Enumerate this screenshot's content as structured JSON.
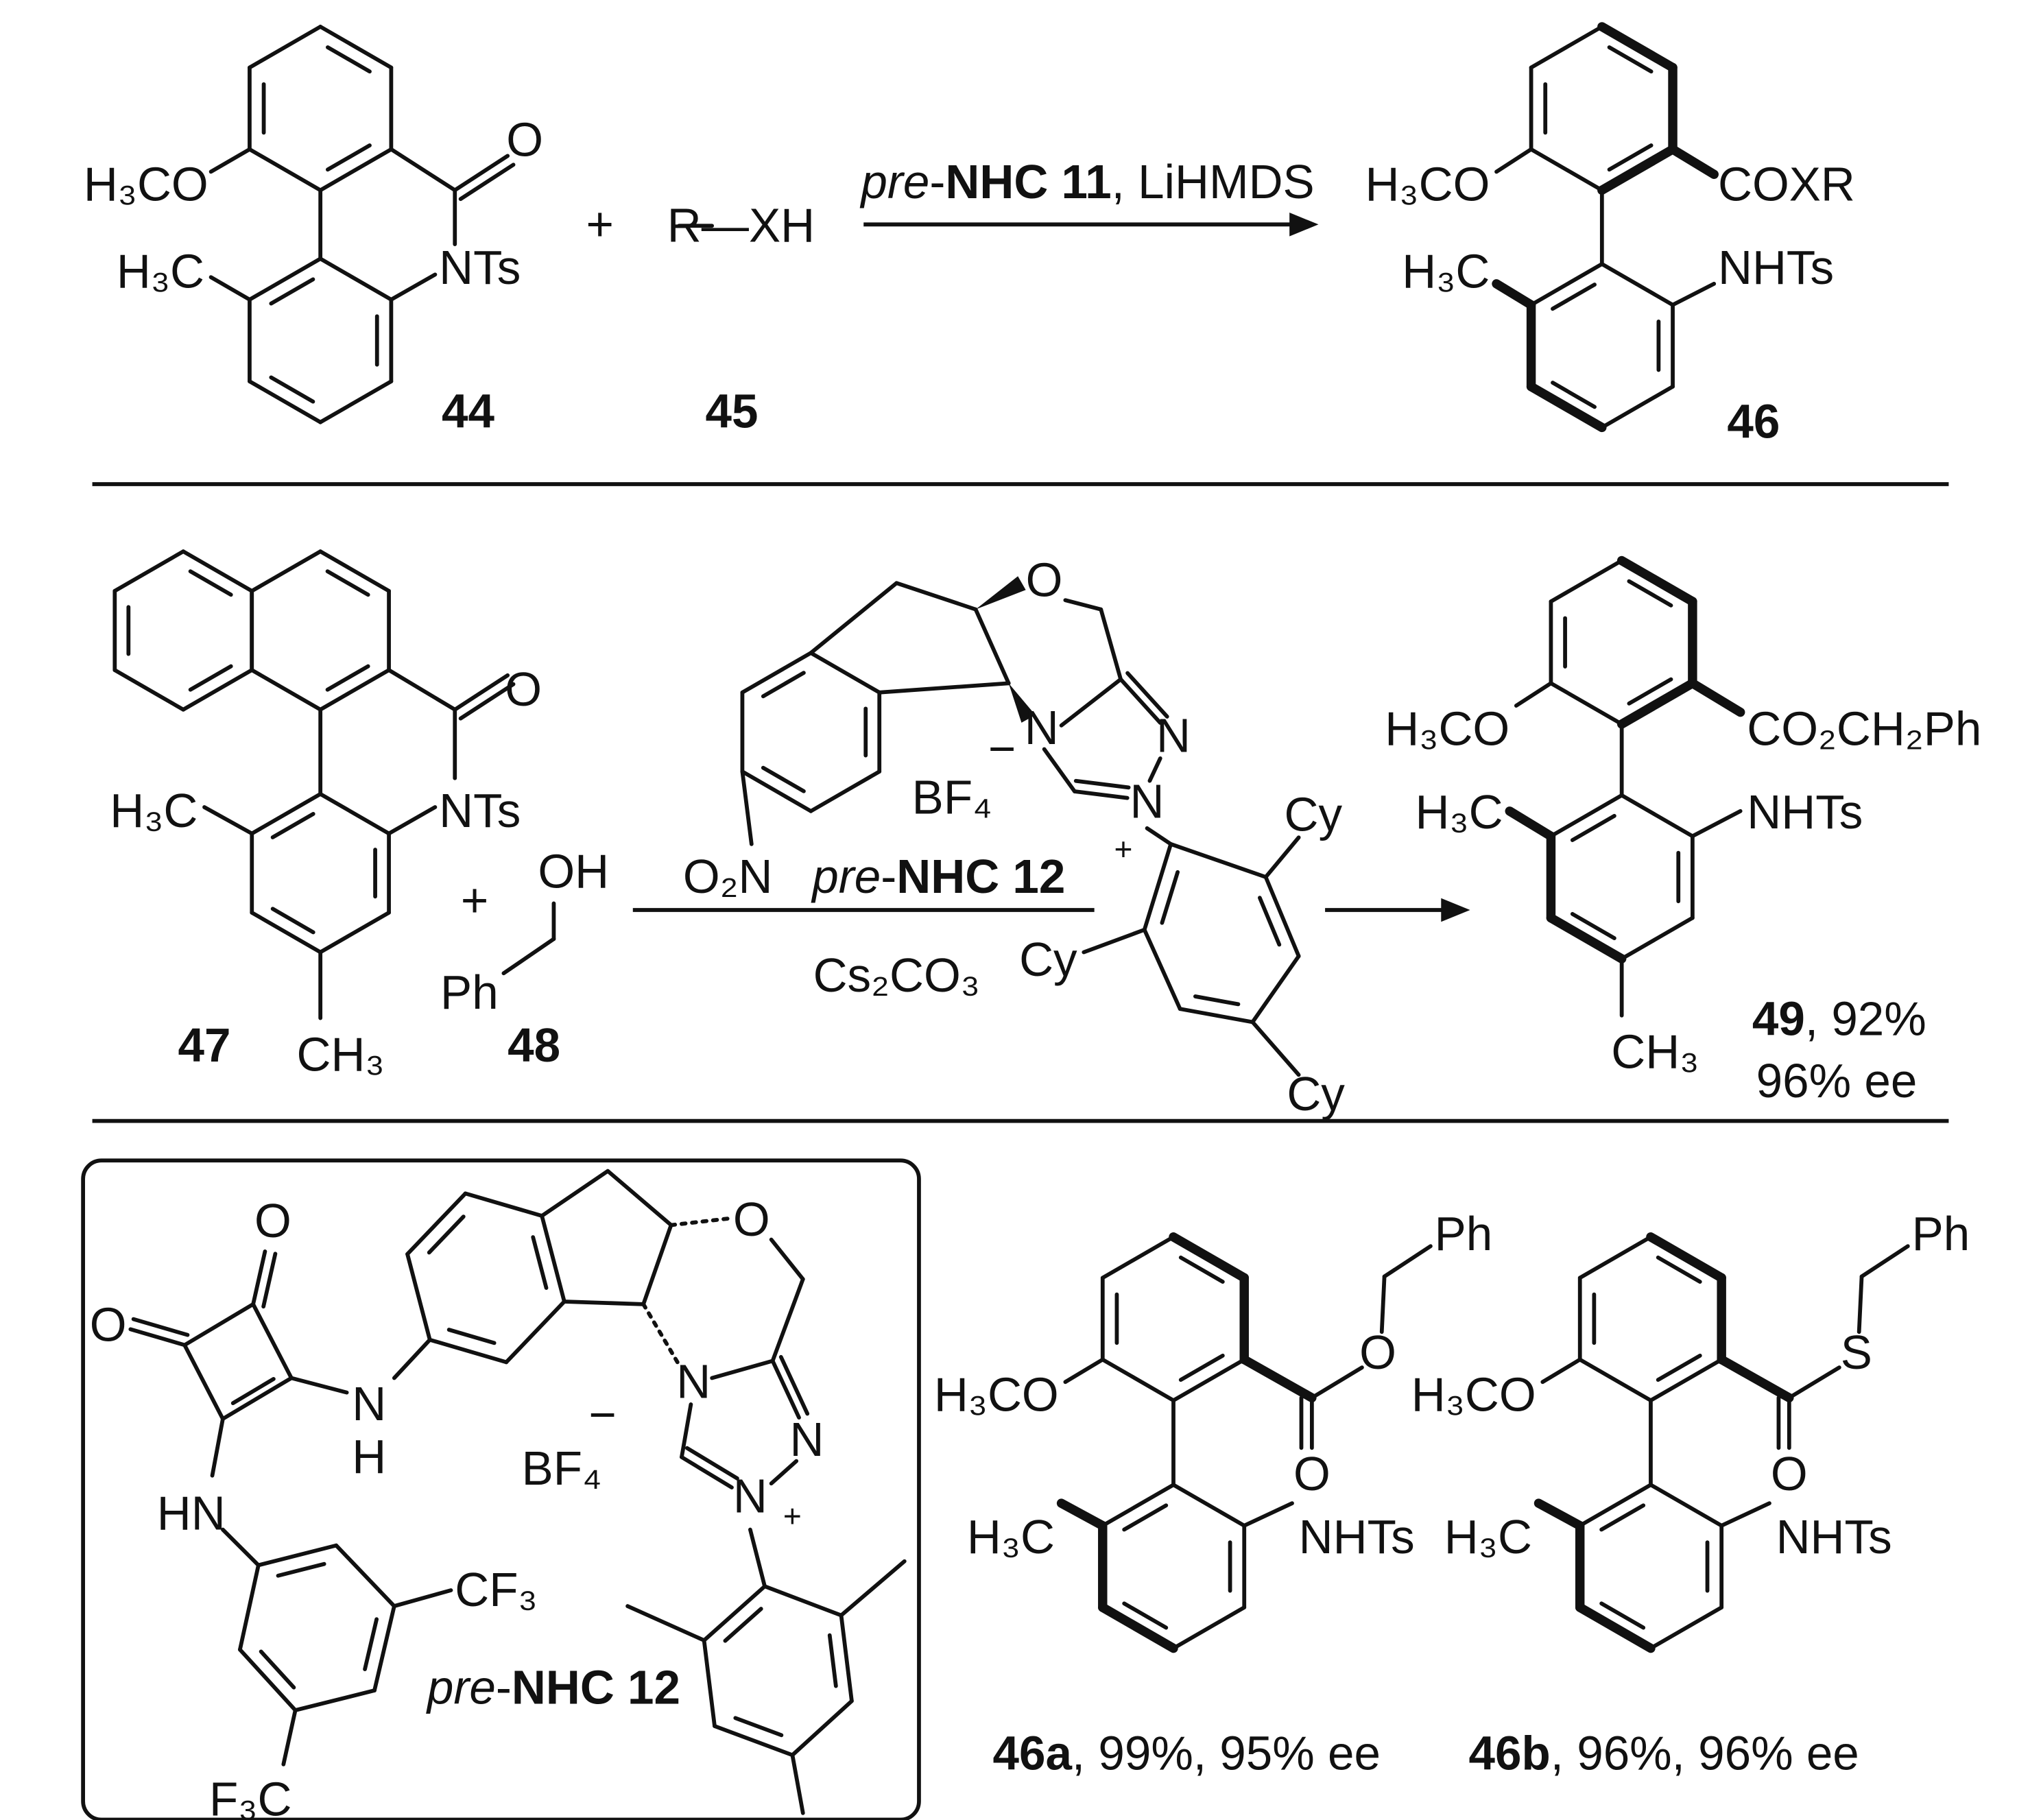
{
  "scheme1": {
    "sm44": {
      "ome": "H₃CO",
      "me": "H₃C",
      "o": "O",
      "nts": "NTs",
      "id": "44"
    },
    "plus": "+",
    "reagent45": {
      "formula": "R—XH",
      "id": "45"
    },
    "conditions": {
      "prefix": "pre",
      "sep": "-",
      "name": "NHC 11",
      "rest": ", LiHMDS"
    },
    "product46": {
      "ome": "H₃CO",
      "coxr": "COXR",
      "me": "H₃C",
      "nhts": "NHTs",
      "id": "46"
    }
  },
  "scheme2": {
    "sm47": {
      "o": "O",
      "nts": "NTs",
      "me": "H₃C",
      "me2": "CH₃",
      "id": "47"
    },
    "plus": "+",
    "sm48": {
      "oh": "OH",
      "ph": "Ph",
      "id": "48"
    },
    "catalyst": {
      "o": "O",
      "n4": "N",
      "n2": "N",
      "n1": "N",
      "plus": "+",
      "bf4": "BF₄",
      "minus": "−",
      "no2": "O₂N",
      "cy1": "Cy",
      "cy2": "Cy",
      "cy3": "Cy",
      "prefix": "pre",
      "sep": "-",
      "name": "NHC 12"
    },
    "base": "Cs₂CO₃",
    "product49": {
      "ome": "H₃CO",
      "ester": "CO₂CH₂Ph",
      "me": "H₃C",
      "nhts": "NHTs",
      "me2": "CH₃",
      "id": "49",
      "yield": ", 92%",
      "ee": "96% ee"
    }
  },
  "scheme3": {
    "box": {
      "o1": "O",
      "o2": "O",
      "nh_n": "N",
      "nh_h": "H",
      "hn": "HN",
      "cf3": "CF₃",
      "f3c": "F₃C",
      "o": "O",
      "n4": "N",
      "n2": "N",
      "n1": "N",
      "plus": "+",
      "bf4": "BF₄",
      "minus": "−",
      "prefix": "pre",
      "sep": "-",
      "name": "NHC 12"
    },
    "p46a": {
      "ome": "H₃CO",
      "me": "H₃C",
      "nhts": "NHTs",
      "o_ester": "O",
      "o_carbonyl": "O",
      "ph": "Ph",
      "id": "46a",
      "result": ", 99%, 95% ee"
    },
    "p46b": {
      "ome": "H₃CO",
      "me": "H₃C",
      "nhts": "NHTs",
      "s": "S",
      "o_carbonyl": "O",
      "ph": "Ph",
      "id": "46b",
      "result": ", 96%, 96% ee"
    }
  }
}
